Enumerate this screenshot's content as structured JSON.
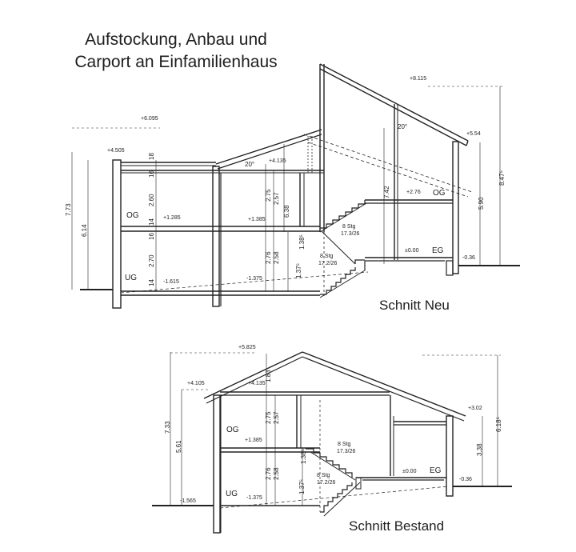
{
  "title": {
    "line1": "Aufstockung, Anbau und",
    "line2": "Carport an Einfamilienhaus"
  },
  "sections": {
    "neu": {
      "label": "Schnitt Neu",
      "levels": {
        "ridge": "+8.115",
        "left_top": "+6.095",
        "left_roof": "+4.505",
        "roof_mid": "+4.135",
        "right_eave": "+5.54",
        "og_right": "+2.76",
        "og_left": "+1.285",
        "og_mid": "+1.385",
        "eg": "±0.00",
        "ground_right": "-0.36",
        "ug_left": "-1.615",
        "ug_mid": "-1.375"
      },
      "dims": {
        "total_left": "7.73",
        "left_inner": "6.14",
        "slab_top": "18",
        "slab2": "16",
        "og_height_left": "2.60",
        "og_slab": "14",
        "og_slab2": "16",
        "ug_height_left": "2.70",
        "ug_slab": "14",
        "mid_og_1": "2.75",
        "mid_og_2": "2.57",
        "mid_total": "6.38",
        "mid_ug_1": "2.76",
        "mid_ug_2": "2.58",
        "stair_up": "1.38⁵",
        "stair_low": "1.37⁵",
        "right_total": "7.42",
        "right_inner": "5.90",
        "right_outer": "8.47⁵",
        "angle1": "20°",
        "angle2": "20°"
      },
      "rooms": {
        "og_left": "OG",
        "ug_left": "UG",
        "og_right": "OG",
        "eg_right": "EG"
      },
      "stairs": {
        "upper": {
          "steps": "8 Stg",
          "ratio": "17.3/26"
        },
        "lower": {
          "steps": "8 Stg",
          "ratio": "17.2/26"
        }
      }
    },
    "bestand": {
      "label": "Schnitt Bestand",
      "levels": {
        "ridge": "+5.825",
        "left_eave": "+4.105",
        "roof_mid": "+4.135",
        "og": "+1.385",
        "ug_left": "-1.565",
        "ug_mid": "-1.375",
        "eg": "±0.00",
        "right_eave": "+3.02",
        "ground_right": "-0.36"
      },
      "dims": {
        "total_left": "7.33",
        "left_inner": "5.61",
        "og_1": "2.75",
        "og_2": "2.57",
        "roof_h": "1.83",
        "ug_1": "2.76",
        "ug_2": "2.58",
        "stair_up": "1.38⁵",
        "stair_low": "1.37⁵",
        "right_inner": "3.38",
        "right_outer": "6.18⁵"
      },
      "rooms": {
        "og": "OG",
        "ug": "UG",
        "eg": "EG"
      },
      "stairs": {
        "upper": {
          "steps": "8 Stg",
          "ratio": "17.3/26"
        },
        "lower": {
          "steps": "8 Stg",
          "ratio": "17.2/26"
        }
      }
    }
  }
}
